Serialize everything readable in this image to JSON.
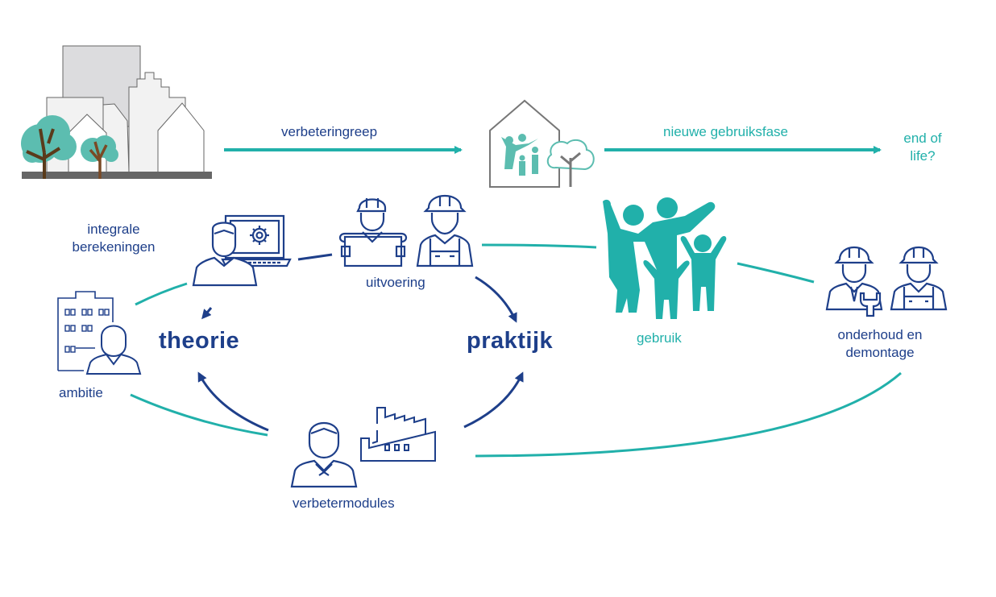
{
  "colors": {
    "navy": "#1e3f8a",
    "teal": "#21b0aa",
    "tree_teal": "#5cbdb0",
    "gray_building": "#dcdcde",
    "light_building": "#f2f2f2",
    "ground": "#666666",
    "trunk": "#5a3b1b"
  },
  "top_flow": {
    "step1_label": "verbeteringreep",
    "step2_label": "nieuwe gebruiksfase",
    "end_label_line1": "end of",
    "end_label_line2": "life?"
  },
  "nodes": {
    "integrale_line1": "integrale",
    "integrale_line2": "berekeningen",
    "ambitie": "ambitie",
    "uitvoering": "uitvoering",
    "gebruik": "gebruik",
    "onderhoud_line1": "onderhoud en",
    "onderhoud_line2": "demontage",
    "verbetermodules": "verbetermodules"
  },
  "cycle": {
    "theorie": "theorie",
    "praktijk": "praktijk"
  },
  "icons": [
    "city-buildings-icon",
    "house-family-icon",
    "engineer-laptop-icon",
    "architect-blueprint-icon",
    "construction-worker-icon",
    "family-icon",
    "maintenance-worker-icon",
    "worker-overalls-icon",
    "office-building-person-icon",
    "business-person-icon",
    "factory-icon"
  ]
}
